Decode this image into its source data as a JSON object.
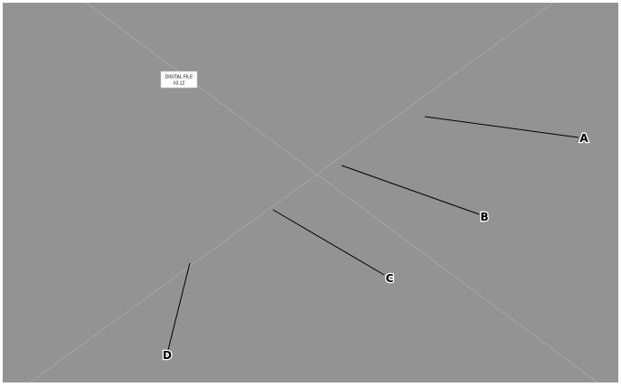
{
  "colors": {
    "background": "#939393",
    "outer_border": "#ffffff",
    "diagonal_lines": "#a7a7a7",
    "leader_lines": "#000000",
    "label_fill": "#000000",
    "label_outline": "#ffffff"
  },
  "file_tag": {
    "line1": "DIGITAL FILE",
    "line2": "#3.12"
  },
  "callouts": [
    {
      "id": "A",
      "label": "A"
    },
    {
      "id": "B",
      "label": "B"
    },
    {
      "id": "C",
      "label": "C"
    },
    {
      "id": "D",
      "label": "D"
    }
  ]
}
